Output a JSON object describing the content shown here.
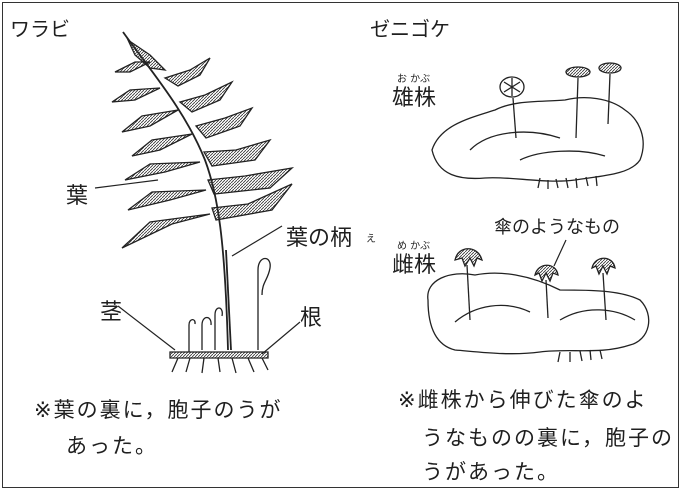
{
  "left": {
    "title": "ワラビ",
    "labels": {
      "leaf": "葉",
      "petiole": "葉の柄",
      "petiole_reading": "え",
      "stem": "茎",
      "root": "根"
    },
    "note_line1": "※葉の裏に，胞子のうが",
    "note_line2": "あった。"
  },
  "right": {
    "title": "ゼニゴケ",
    "male": {
      "label": "雄株",
      "reading": "お かぶ"
    },
    "female": {
      "label": "雌株",
      "reading": "め かぶ"
    },
    "umbrella_label": "傘のようなもの",
    "note_line1": "※雌株から伸びた傘のよ",
    "note_line2": "うなものの裏に，胞子の",
    "note_line3": "うがあった。"
  }
}
